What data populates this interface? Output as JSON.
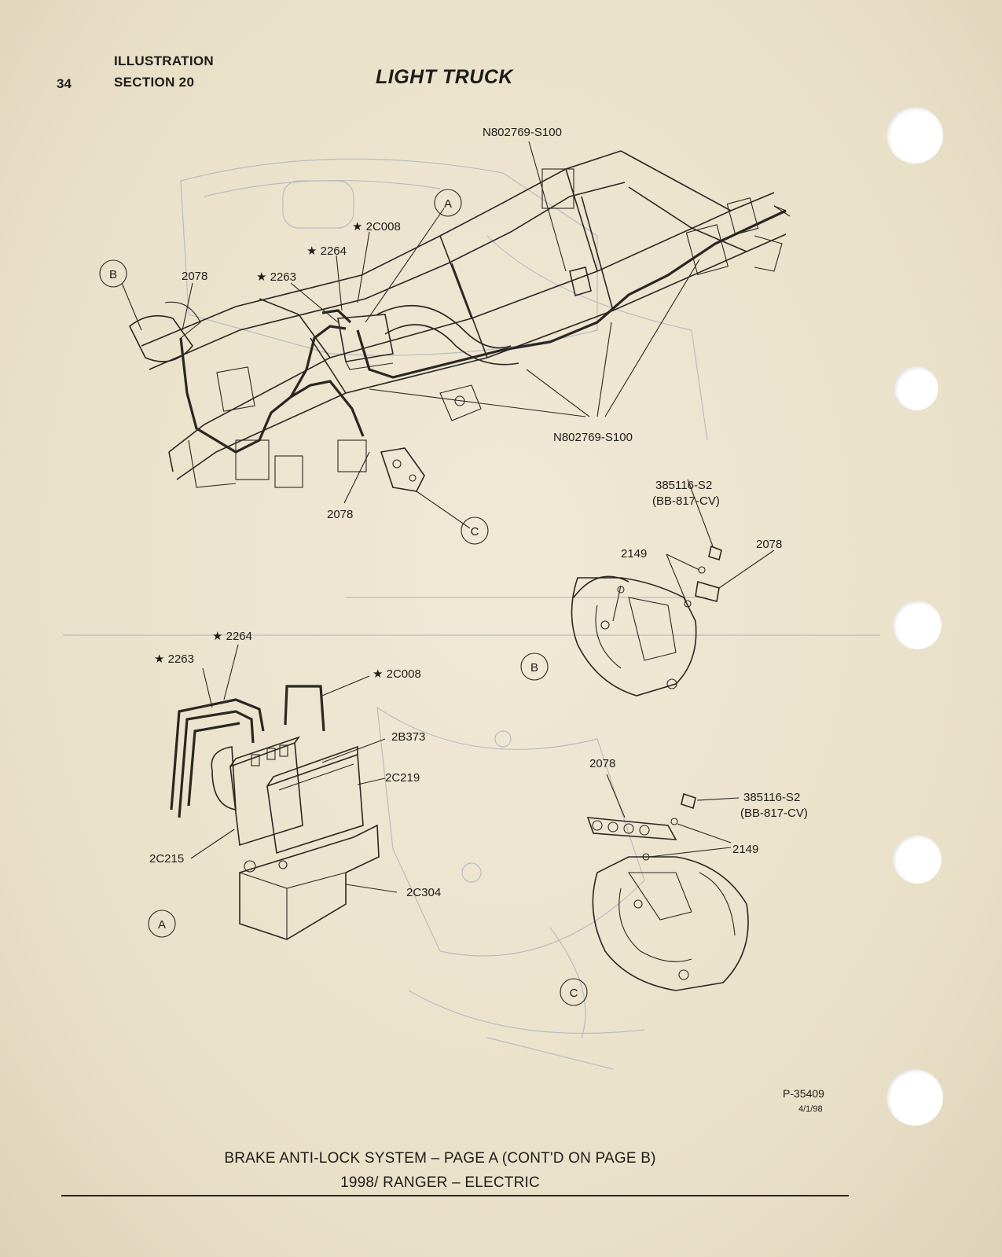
{
  "header": {
    "page_number": "34",
    "section_top": "ILLUSTRATION",
    "section_bottom": "SECTION 20",
    "title": "LIGHT TRUCK"
  },
  "callouts": {
    "A": "A",
    "B": "B",
    "C": "C"
  },
  "top_diagram": {
    "labels": {
      "n802769_top": "N802769-S100",
      "n802769_bottom": "N802769-S100",
      "p2c008": "★ 2C008",
      "p2264": "★ 2264",
      "p2263": "★ 2263",
      "p2078_left": "2078",
      "p2078_bottom": "2078"
    }
  },
  "detail_b": {
    "bolt": "385116-S2",
    "bolt_spec": "(BB-817-CV)",
    "washer": "2149",
    "fitting": "2078"
  },
  "detail_a": {
    "p2264": "★ 2264",
    "p2263": "★ 2263",
    "p2c008": "★ 2C008",
    "p2b373": "2B373",
    "p2c219": "2C219",
    "p2c215": "2C215",
    "p2c304": "2C304"
  },
  "detail_c": {
    "fitting": "2078",
    "bolt": "385116-S2",
    "bolt_spec": "(BB-817-CV)",
    "washer": "2149"
  },
  "footer": {
    "ref": "P-35409",
    "date": "4/1/98",
    "caption_line1": "BRAKE ANTI-LOCK SYSTEM – PAGE A (CONT'D ON PAGE B)",
    "caption_line2": "1998/ RANGER – ELECTRIC"
  },
  "colors": {
    "paper": "#ece4cf",
    "ink": "#1e1c18",
    "bleed_through": "#b9bcc0"
  }
}
